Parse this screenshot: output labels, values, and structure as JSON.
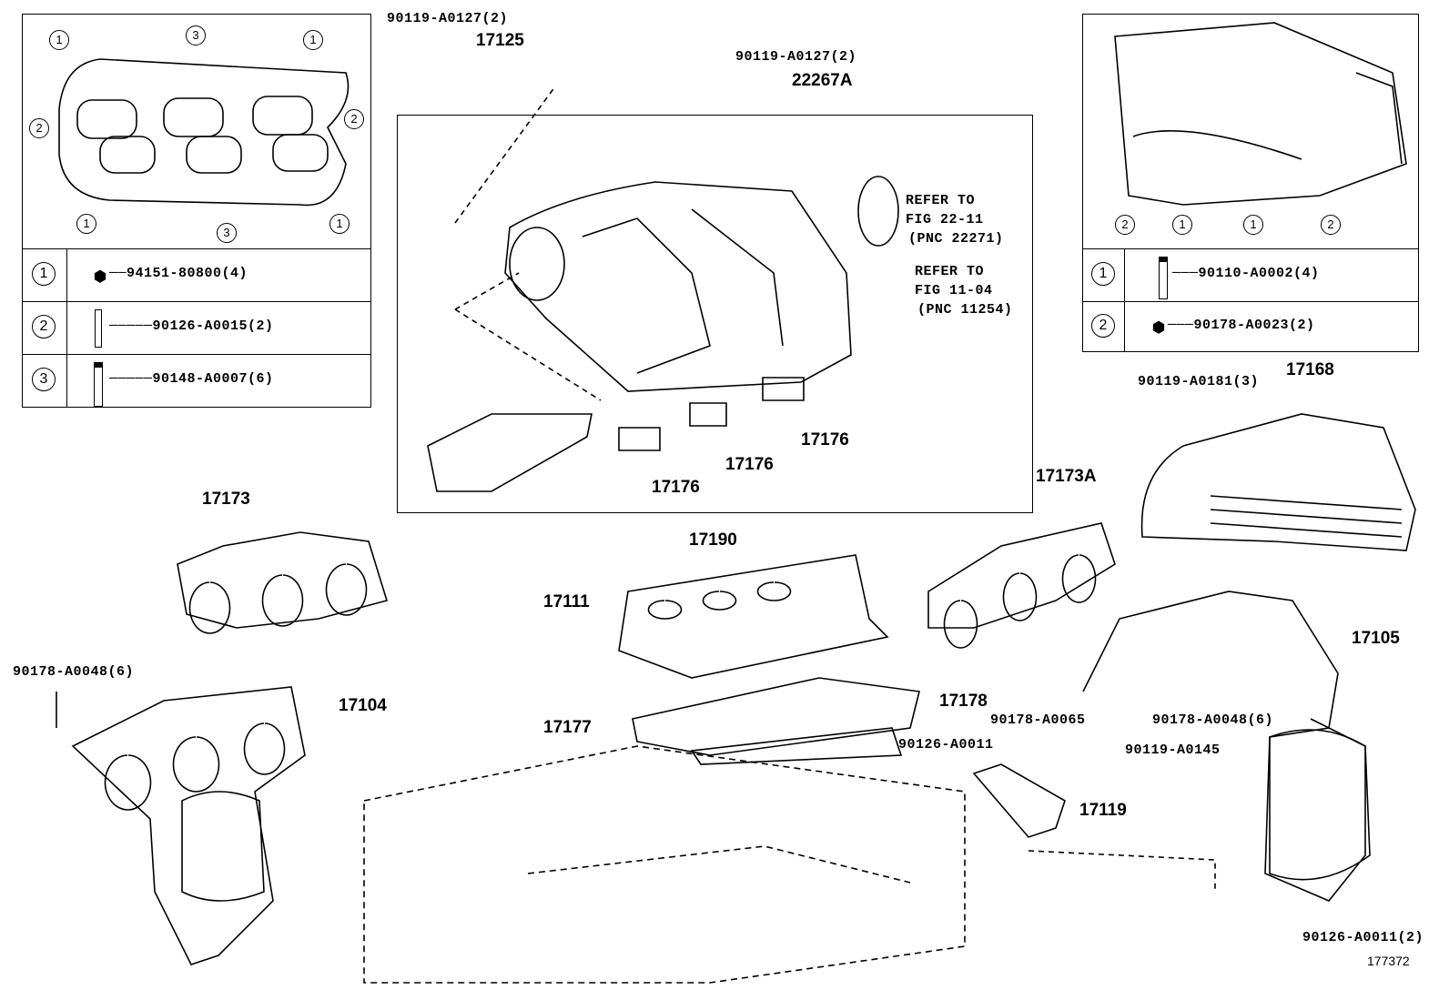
{
  "diagram_id": "177372",
  "legend_left": {
    "rows": [
      {
        "key": "1",
        "part": "94151-80800(4)"
      },
      {
        "key": "2",
        "part": "90126-A0015(2)"
      },
      {
        "key": "3",
        "part": "90148-A0007(6)"
      }
    ],
    "callouts": [
      "1",
      "3",
      "1",
      "2",
      "2",
      "1",
      "3",
      "1"
    ]
  },
  "legend_right": {
    "rows": [
      {
        "key": "1",
        "part": "90110-A0002(4)"
      },
      {
        "key": "2",
        "part": "90178-A0023(2)"
      }
    ],
    "callouts": [
      "2",
      "1",
      "1",
      "2"
    ]
  },
  "labels": {
    "bolt_17125": "90119-A0127(2)",
    "p17125": "17125",
    "bolt_22267a": "90119-A0127(2)",
    "p22267a": "22267A",
    "refer1": [
      "REFER TO",
      "FIG 22-11",
      "(PNC 22271)"
    ],
    "refer2": [
      "REFER TO",
      "FIG 11-04",
      "(PNC 11254)"
    ],
    "p17176a": "17176",
    "p17176b": "17176",
    "p17176c": "17176",
    "p17190": "17190",
    "p17173": "17173",
    "p17173a": "17173A",
    "p17168": "17168",
    "bolt_17168": "90119-A0181(3)",
    "p17111": "17111",
    "p17105": "17105",
    "nut_left": "90178-A0048(6)",
    "p17104": "17104",
    "p17178": "17178",
    "p17177": "17177",
    "nut_a0065": "90178-A0065",
    "nut_right": "90178-A0048(6)",
    "stud_a0011": "90126-A0011",
    "bolt_a0145": "90119-A0145",
    "p17119": "17119",
    "stud_bottom": "90126-A0011(2)"
  }
}
